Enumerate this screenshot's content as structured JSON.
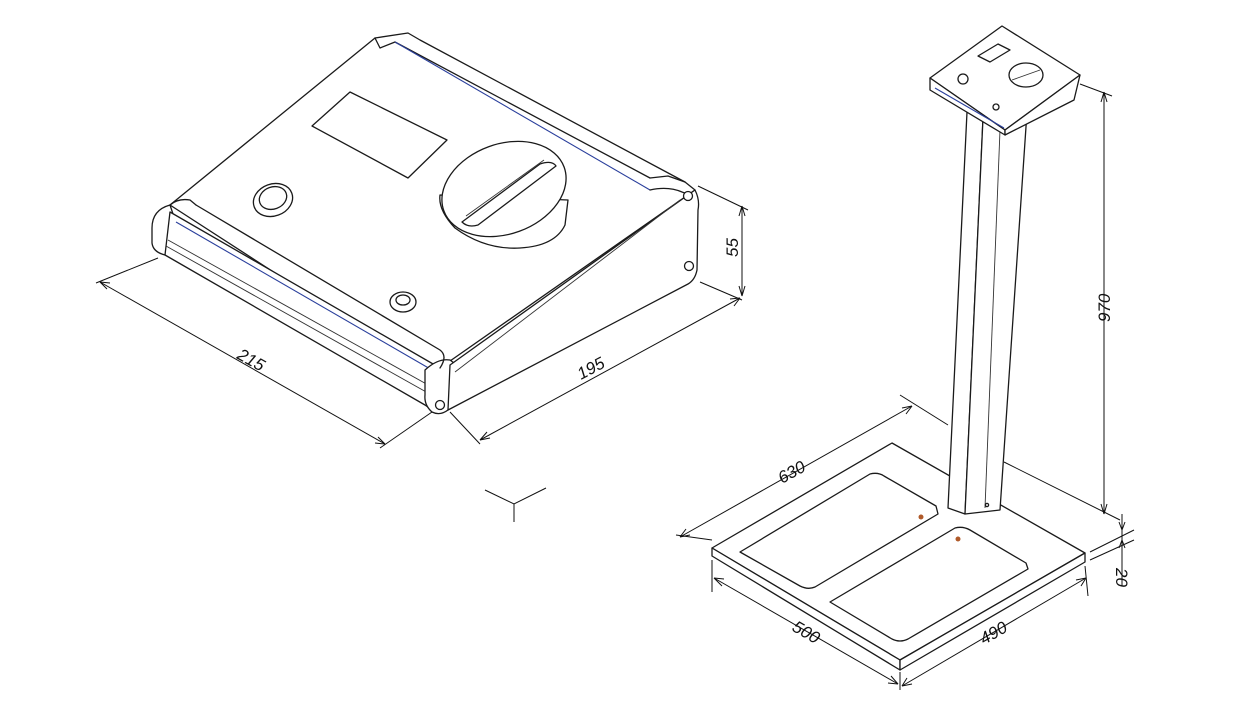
{
  "accent_color": "#2a3f9c",
  "marker_color": "#b05a2a",
  "control_unit": {
    "dimensions": {
      "width": "215",
      "depth": "195",
      "height": "55"
    }
  },
  "platform_stand": {
    "dimensions": {
      "platform_depth": "630",
      "platform_width": "500",
      "platform_length": "490",
      "platform_thickness": "20",
      "total_height": "970"
    }
  }
}
